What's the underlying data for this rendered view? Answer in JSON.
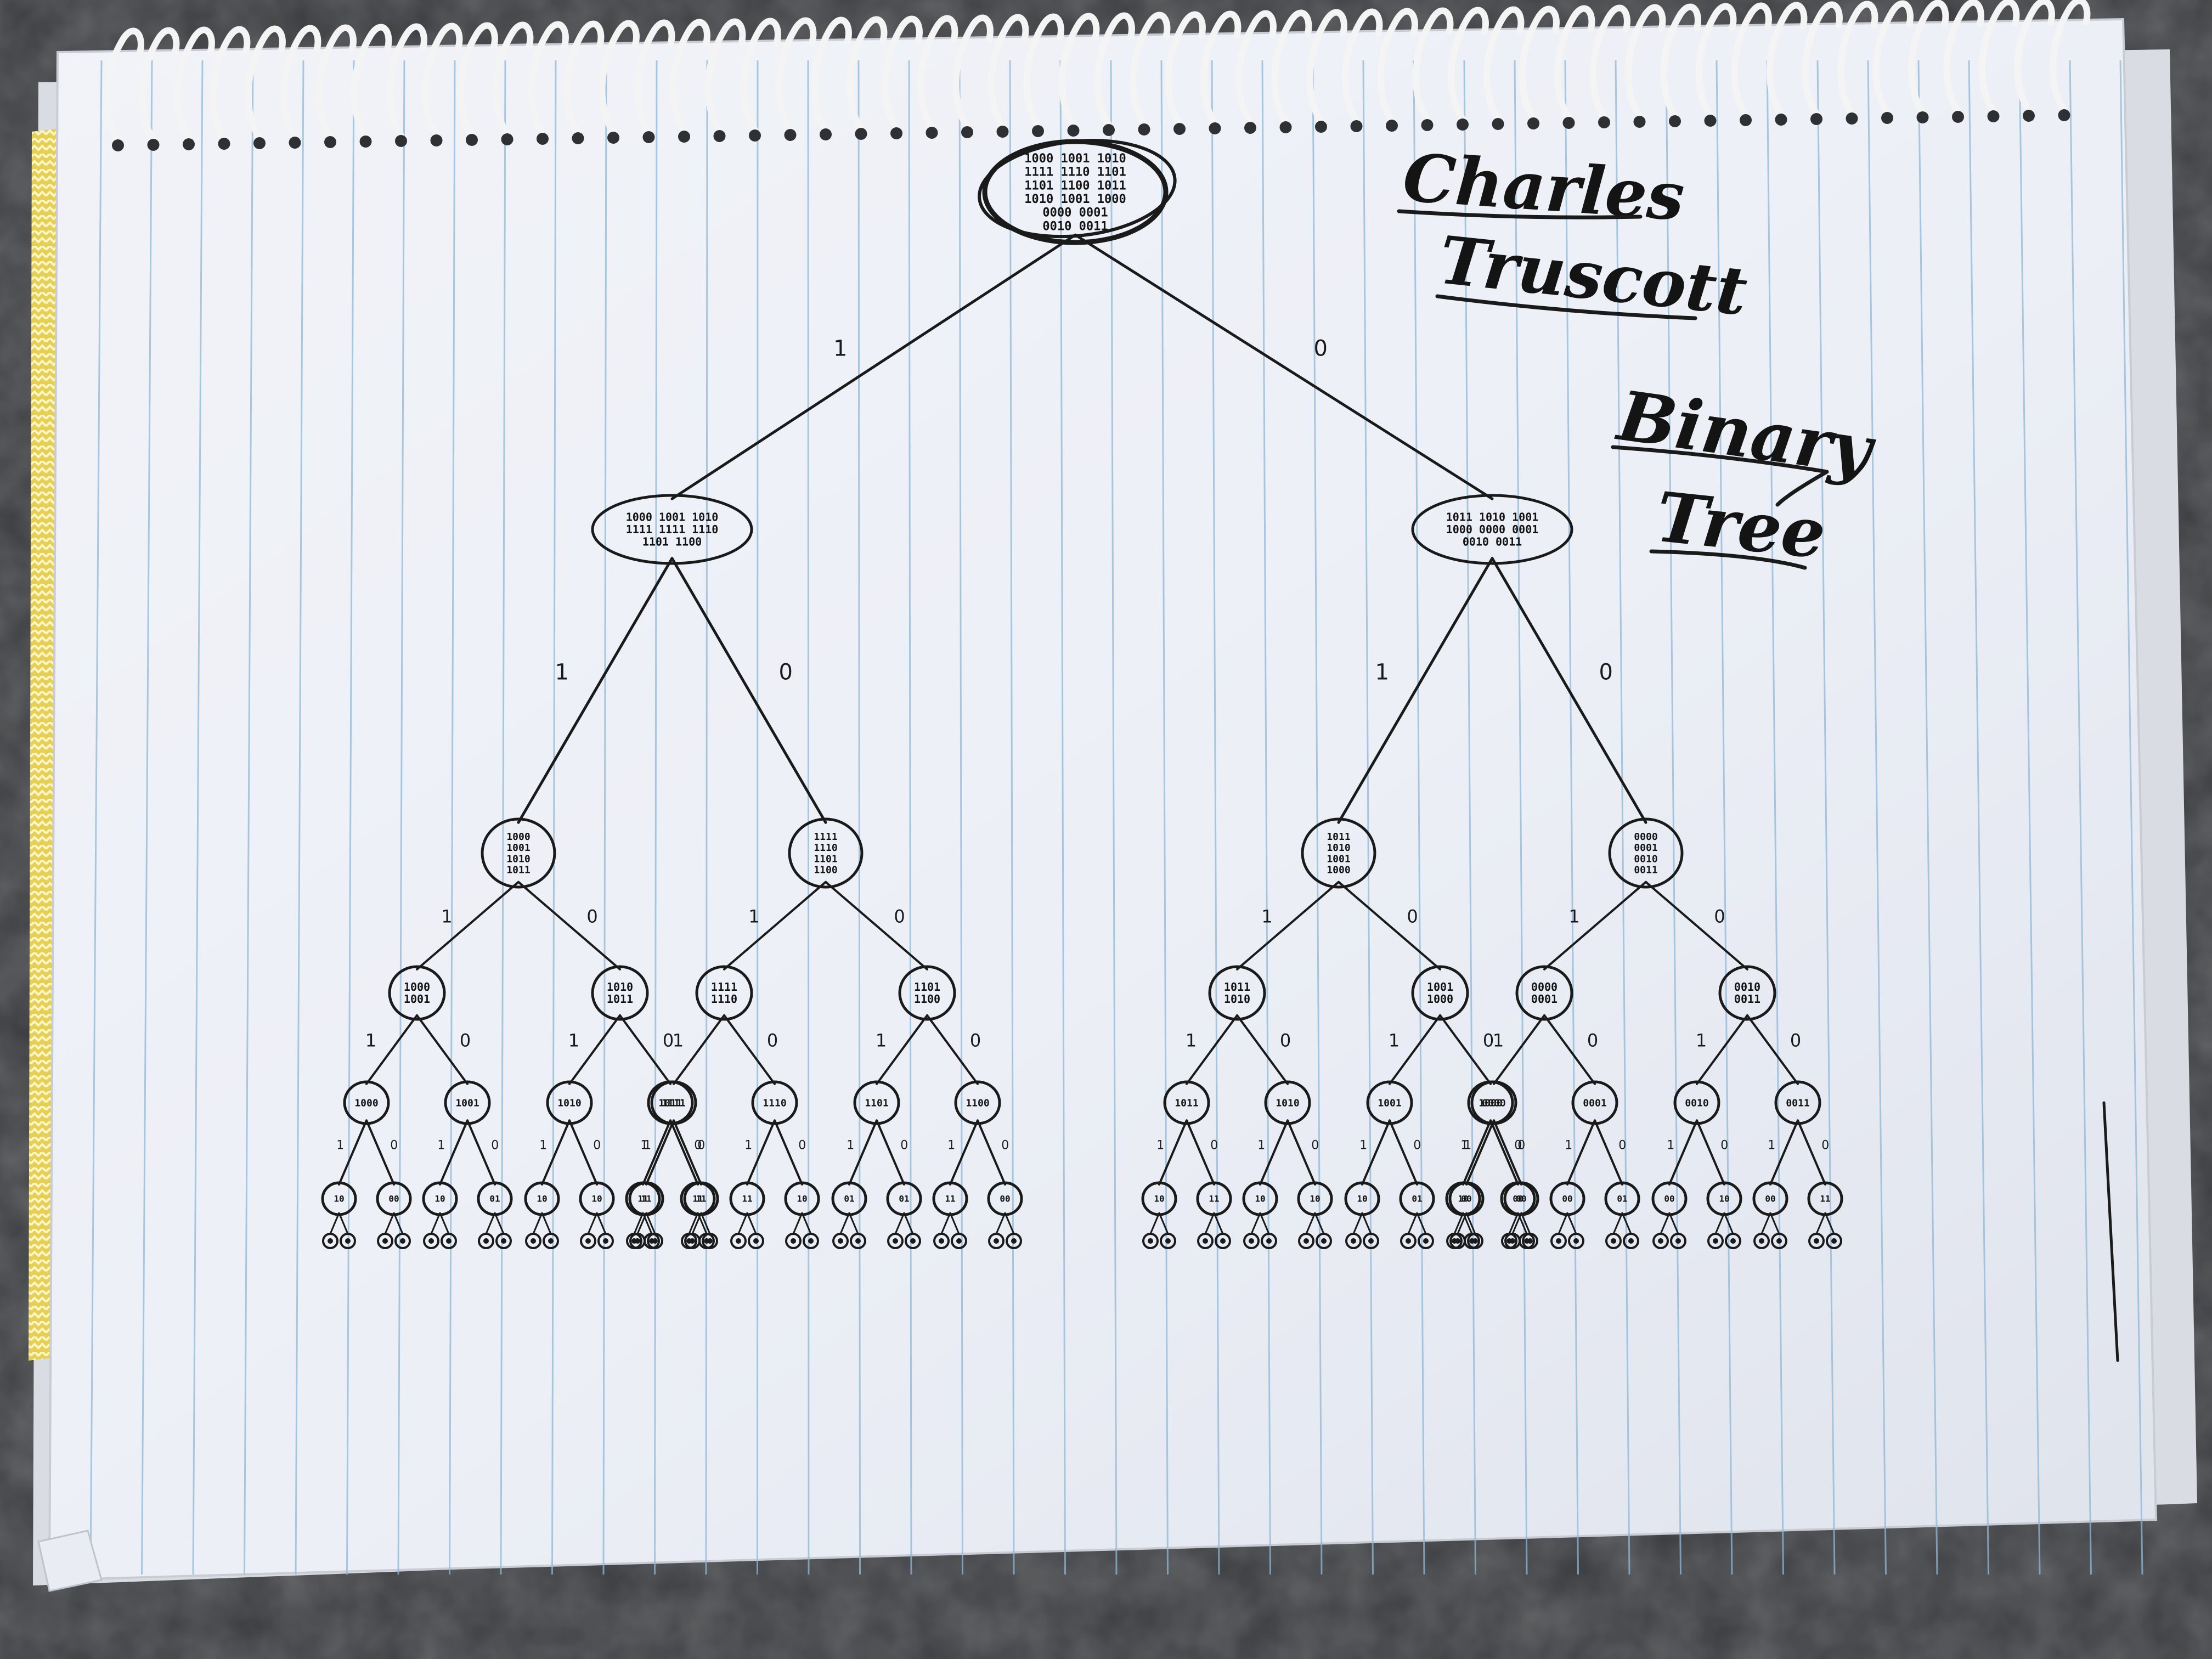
{
  "page": {
    "background": "#3b3c3e",
    "paper": "#eef1f8",
    "rule_line": "#8fb8d8",
    "spine": "#e8d060",
    "ink": "#1a1a1a"
  },
  "author": [
    "Charles",
    "Truscott"
  ],
  "heading": [
    "Binary",
    "Tree"
  ],
  "edge_labels": {
    "left": "1",
    "right": "0"
  },
  "root": {
    "rows": [
      "1000 1001 1010",
      "1111 1110 1101",
      "1101 1100 1011",
      "1010 1001 1000",
      "0000 0001",
      "0010 0011"
    ]
  },
  "level1": [
    {
      "rows": [
        "1000 1001 1010",
        "1111 1111 1110",
        "1101 1100"
      ]
    },
    {
      "rows": [
        "1011 1010 1001",
        "1000 0000 0001",
        "0010 0011"
      ]
    }
  ],
  "level2": [
    {
      "rows": [
        "1000",
        "1001",
        "1010",
        "1011"
      ]
    },
    {
      "rows": [
        "1111",
        "1110",
        "1101",
        "1100"
      ]
    },
    {
      "rows": [
        "1011",
        "1010",
        "1001",
        "1000"
      ]
    },
    {
      "rows": [
        "0000",
        "0001",
        "0010",
        "0011"
      ]
    }
  ],
  "level3": [
    {
      "rows": [
        "1000",
        "1001"
      ]
    },
    {
      "rows": [
        "1010",
        "1011"
      ]
    },
    {
      "rows": [
        "1111",
        "1110"
      ]
    },
    {
      "rows": [
        "1101",
        "1100"
      ]
    },
    {
      "rows": [
        "1011",
        "1010"
      ]
    },
    {
      "rows": [
        "1001",
        "1000"
      ]
    },
    {
      "rows": [
        "0000",
        "0001"
      ]
    },
    {
      "rows": [
        "0010",
        "0011"
      ]
    }
  ],
  "level4": [
    {
      "rows": [
        "1000"
      ]
    },
    {
      "rows": [
        "1001"
      ]
    },
    {
      "rows": [
        "1010"
      ]
    },
    {
      "rows": [
        "1011"
      ]
    },
    {
      "rows": [
        "1111"
      ]
    },
    {
      "rows": [
        "1110"
      ]
    },
    {
      "rows": [
        "1101"
      ]
    },
    {
      "rows": [
        "1100"
      ]
    },
    {
      "rows": [
        "1011"
      ]
    },
    {
      "rows": [
        "1010"
      ]
    },
    {
      "rows": [
        "1001"
      ]
    },
    {
      "rows": [
        "1000"
      ]
    },
    {
      "rows": [
        "0000"
      ]
    },
    {
      "rows": [
        "0001"
      ]
    },
    {
      "rows": [
        "0010"
      ]
    },
    {
      "rows": [
        "0011"
      ]
    }
  ],
  "level5": [
    {
      "rows": [
        "10"
      ]
    },
    {
      "rows": [
        "00"
      ]
    },
    {
      "rows": [
        "10"
      ]
    },
    {
      "rows": [
        "01"
      ]
    },
    {
      "rows": [
        "10"
      ]
    },
    {
      "rows": [
        "10"
      ]
    },
    {
      "rows": [
        "11"
      ]
    },
    {
      "rows": [
        "11"
      ]
    },
    {
      "rows": [
        "11"
      ]
    },
    {
      "rows": [
        "11"
      ]
    },
    {
      "rows": [
        "11"
      ]
    },
    {
      "rows": [
        "10"
      ]
    },
    {
      "rows": [
        "01"
      ]
    },
    {
      "rows": [
        "01"
      ]
    },
    {
      "rows": [
        "11"
      ]
    },
    {
      "rows": [
        "00"
      ]
    },
    {
      "rows": [
        "10"
      ]
    },
    {
      "rows": [
        "11"
      ]
    },
    {
      "rows": [
        "10"
      ]
    },
    {
      "rows": [
        "10"
      ]
    },
    {
      "rows": [
        "10"
      ]
    },
    {
      "rows": [
        "01"
      ]
    },
    {
      "rows": [
        "10"
      ]
    },
    {
      "rows": [
        "00"
      ]
    },
    {
      "rows": [
        "00"
      ]
    },
    {
      "rows": [
        "00"
      ]
    },
    {
      "rows": [
        "00"
      ]
    },
    {
      "rows": [
        "01"
      ]
    },
    {
      "rows": [
        "00"
      ]
    },
    {
      "rows": [
        "10"
      ]
    },
    {
      "rows": [
        "00"
      ]
    },
    {
      "rows": [
        "11"
      ]
    }
  ]
}
